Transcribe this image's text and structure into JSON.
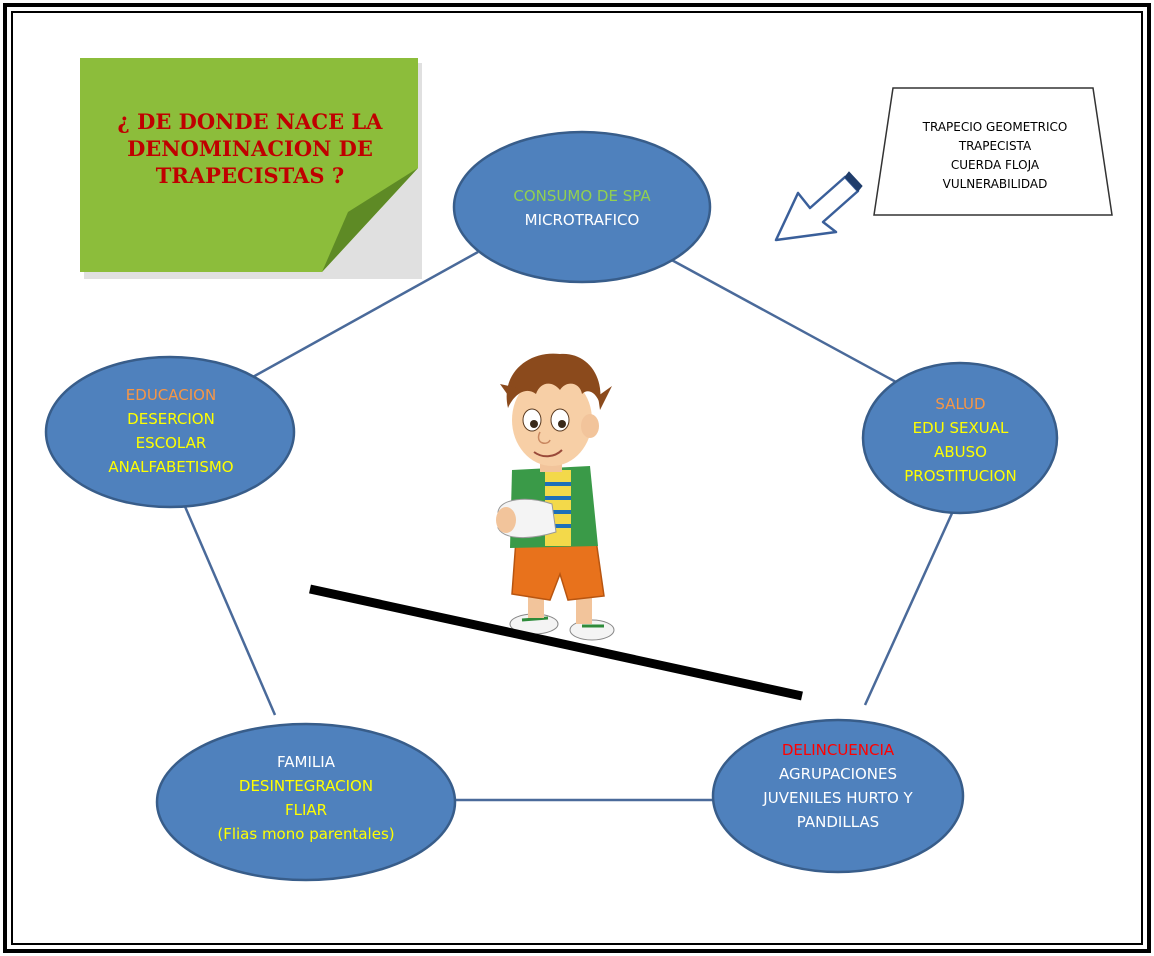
{
  "colors": {
    "ellipse_fill": "#4f81bd",
    "ellipse_stroke": "#385d8a",
    "connector": "#4a6a9a",
    "text_white": "#ffffff",
    "text_yellow": "#ffff00",
    "text_orange": "#f79646",
    "text_green": "#92d050",
    "text_red": "#ff0000",
    "note_title": "#c00000",
    "note_green": "#8cbd3b"
  },
  "note": {
    "lines": [
      "¿ DE DONDE NACE  LA",
      "DENOMINACION DE",
      "TRAPECISTAS ?"
    ]
  },
  "trapezoid": {
    "lines": [
      "TRAPECIO GEOMETRICO",
      "TRAPECISTA",
      "CUERDA FLOJA",
      "VULNERABILIDAD"
    ]
  },
  "nodes": {
    "consumo": {
      "lines": [
        {
          "text": "CONSUMO DE  SPA",
          "color": "green"
        },
        {
          "text": "MICROTRAFICO",
          "color": "white"
        }
      ]
    },
    "educacion": {
      "lines": [
        {
          "text": "EDUCACION",
          "color": "orange"
        },
        {
          "text": "DESERCION",
          "color": "yellow"
        },
        {
          "text": "ESCOLAR",
          "color": "yellow"
        },
        {
          "text": "ANALFABETISMO",
          "color": "yellow"
        }
      ]
    },
    "salud": {
      "lines": [
        {
          "text": "SALUD",
          "color": "orange"
        },
        {
          "text": "EDU SEXUAL",
          "color": "yellow"
        },
        {
          "text": "ABUSO",
          "color": "yellow"
        },
        {
          "text": "PROSTITUCION",
          "color": "yellow"
        }
      ]
    },
    "familia": {
      "lines": [
        {
          "text": "FAMILIA",
          "color": "white"
        },
        {
          "text": "DESINTEGRACION",
          "color": "yellow"
        },
        {
          "text": "FLIAR",
          "color": "yellow"
        },
        {
          "text": "(Flias mono parentales)",
          "color": "yellow"
        }
      ]
    },
    "delincuencia": {
      "lines": [
        {
          "text": "DELINCUENCIA",
          "color": "red"
        },
        {
          "text": "AGRUPACIONES",
          "color": "white"
        },
        {
          "text": "JUVENILES HURTO Y",
          "color": "white"
        },
        {
          "text": "PANDILLAS",
          "color": "white"
        }
      ]
    }
  }
}
